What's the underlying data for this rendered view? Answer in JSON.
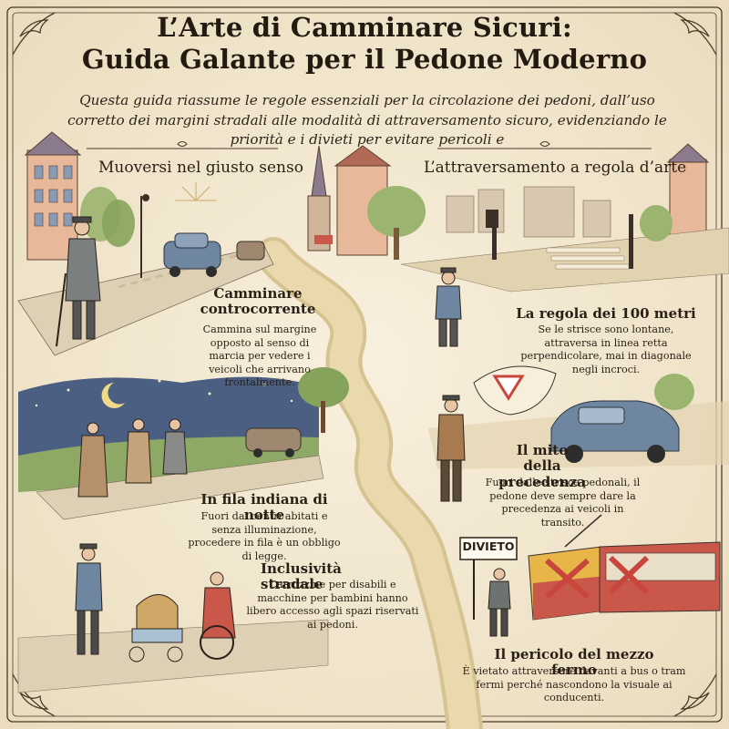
{
  "title_line1": "L’Arte di Camminare Sicuri:",
  "title_line2": "Guida Galante per il Pedone Moderno",
  "intro": "Questa guida riassume le regole essenziali per la circolazione dei pedoni, dall’uso corretto dei margini stradali alle modalità di attraversamento sicuro, evidenziando le priorità e i divieti per evitare pericoli e",
  "sections": {
    "left_header": "Muoversi nel giusto senso",
    "right_header": "L’attraversamento a regola d’arte",
    "controcorrente": {
      "title_line1": "Camminare",
      "title_line2": "controcorrente",
      "body": "Cammina sul margine opposto al senso di marcia per vedere i veicoli che arrivano frontalmente."
    },
    "cento_metri": {
      "title": "La regola dei 100 metri",
      "body": "Se le strisce sono lontane, attraversa in linea retta perpendicolare, mai in diagonale negli incroci."
    },
    "fila_indiana": {
      "title": "In fila indiana di notte",
      "body": "Fuori dai centri abitati e senza illuminazione, procedere in fila è un obbligo di legge."
    },
    "precedenza": {
      "title_line1": "Il mito",
      "title_line2": "della precedenza",
      "body": "Fuori dalle strisce pedonali, il pedone deve sempre dare la precedenza ai veicoli in transito."
    },
    "inclusivita": {
      "title": "Inclusività stradale",
      "body": "Carrozzine per disabili e macchine per bambini hanno libero accesso agli spazi riservati ai pedoni."
    },
    "mezzo_fermo": {
      "title": "Il pericolo del mezzo fermo",
      "body": "È vietato attraversare davanti a bus o tram fermi perché nascondono la visuale ai conducenti."
    }
  },
  "sign_text": "DIVIETO",
  "colors": {
    "paper": "#f4ead6",
    "ink": "#2b2118",
    "road": "#e6d5aa",
    "night_sky": "#4a5f82",
    "tram_yellow": "#e8b548",
    "tram_red": "#c9574a",
    "car_blue": "#6f86a0",
    "cross_red": "#c8463b",
    "tree_green": "#8ea866"
  }
}
